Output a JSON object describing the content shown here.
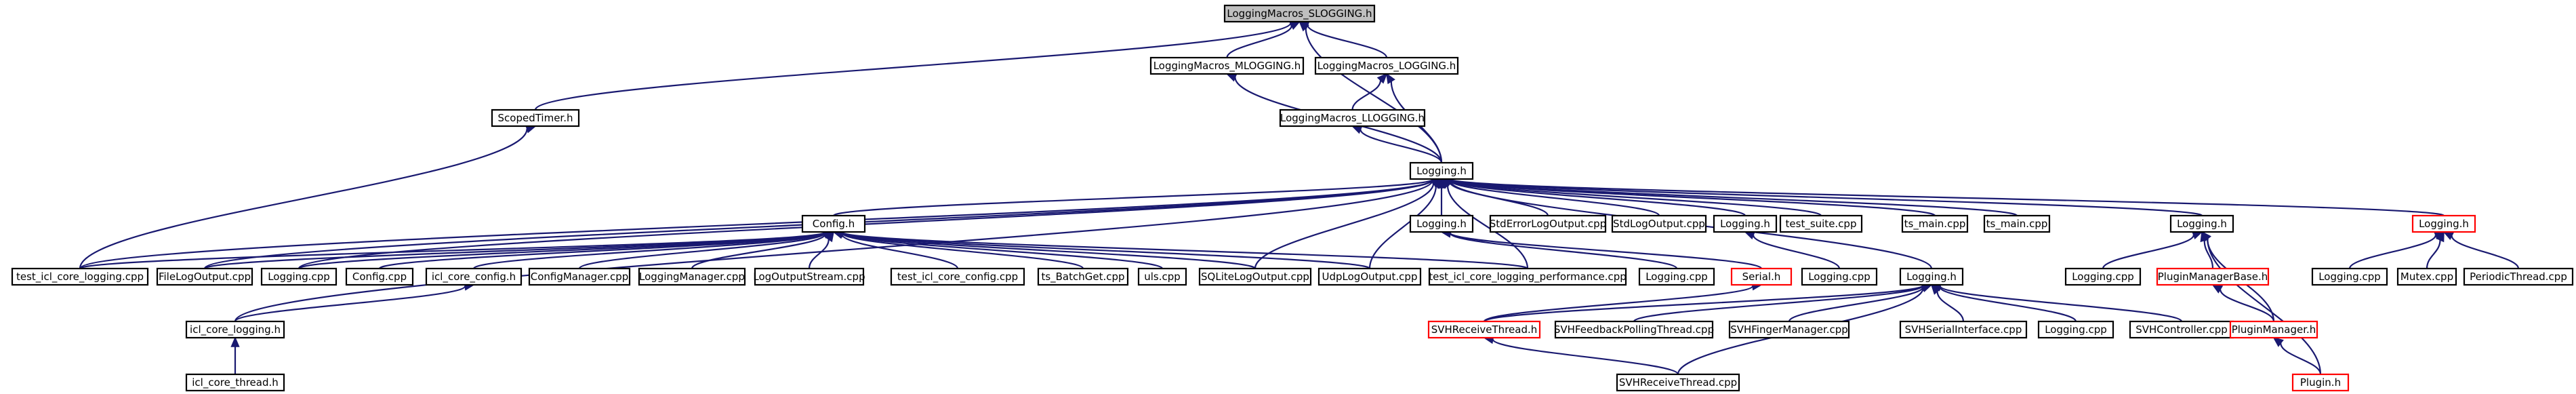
{
  "graph": {
    "colors": {
      "edge": "#191970",
      "node_border": "#000000",
      "node_border_incomplete": "#ff0000",
      "root_fill": "#bfbfbf",
      "node_fill": "#ffffff",
      "text": "#000000"
    },
    "nodes": [
      {
        "id": "n_root",
        "label": "LoggingMacros_SLOGGING.h",
        "root": true
      },
      {
        "id": "n_scopedtimer",
        "label": "ScopedTimer.h"
      },
      {
        "id": "n_mlogging",
        "label": "LoggingMacros_MLOGGING.h"
      },
      {
        "id": "n_logging_macros",
        "label": "LoggingMacros_LOGGING.h"
      },
      {
        "id": "n_llogging",
        "label": "LoggingMacros_LLOGGING.h"
      },
      {
        "id": "n_logging_h_main",
        "label": "Logging.h"
      },
      {
        "id": "n_config_h",
        "label": "Config.h"
      },
      {
        "id": "n_logging_h_b",
        "label": "Logging.h"
      },
      {
        "id": "n_stderrlogoutput",
        "label": "StdErrorLogOutput.cpp"
      },
      {
        "id": "n_stdlogoutput",
        "label": "StdLogOutput.cpp"
      },
      {
        "id": "n_logging_h_c",
        "label": "Logging.h"
      },
      {
        "id": "n_test_suite",
        "label": "test_suite.cpp"
      },
      {
        "id": "n_ts_main1",
        "label": "ts_main.cpp"
      },
      {
        "id": "n_ts_main2",
        "label": "ts_main.cpp"
      },
      {
        "id": "n_logging_h_d",
        "label": "Logging.h"
      },
      {
        "id": "n_logging_h_e",
        "label": "Logging.h",
        "incomplete": true
      },
      {
        "id": "n_test_icl_core_logging",
        "label": "test_icl_core_logging.cpp"
      },
      {
        "id": "n_filelogoutput",
        "label": "FileLogOutput.cpp"
      },
      {
        "id": "n_logging_cpp_a",
        "label": "Logging.cpp"
      },
      {
        "id": "n_config_cpp",
        "label": "Config.cpp"
      },
      {
        "id": "n_icl_core_config_h",
        "label": "icl_core_config.h"
      },
      {
        "id": "n_configmanager",
        "label": "ConfigManager.cpp"
      },
      {
        "id": "n_loggingmanager",
        "label": "LoggingManager.cpp"
      },
      {
        "id": "n_logoutputstream",
        "label": "LogOutputStream.cpp"
      },
      {
        "id": "n_test_icl_core_config",
        "label": "test_icl_core_config.cpp"
      },
      {
        "id": "n_ts_batchget",
        "label": "ts_BatchGet.cpp"
      },
      {
        "id": "n_uls",
        "label": "uls.cpp"
      },
      {
        "id": "n_sqlitelogoutput",
        "label": "SQLiteLogOutput.cpp"
      },
      {
        "id": "n_udplogoutput",
        "label": "UdpLogOutput.cpp"
      },
      {
        "id": "n_test_perf",
        "label": "test_icl_core_logging_performance.cpp"
      },
      {
        "id": "n_logging_cpp_b",
        "label": "Logging.cpp"
      },
      {
        "id": "n_serial_h",
        "label": "Serial.h",
        "incomplete": true
      },
      {
        "id": "n_logging_cpp_c",
        "label": "Logging.cpp"
      },
      {
        "id": "n_logging_h_f",
        "label": "Logging.h"
      },
      {
        "id": "n_logging_cpp_d",
        "label": "Logging.cpp"
      },
      {
        "id": "n_pluginmanagerbase",
        "label": "PluginManagerBase.h",
        "incomplete": true
      },
      {
        "id": "n_logging_cpp_e",
        "label": "Logging.cpp"
      },
      {
        "id": "n_mutex",
        "label": "Mutex.cpp"
      },
      {
        "id": "n_periodicthread",
        "label": "PeriodicThread.cpp"
      },
      {
        "id": "n_icl_core_logging_h",
        "label": "icl_core_logging.h"
      },
      {
        "id": "n_svhreceivethread_h",
        "label": "SVHReceiveThread.h",
        "incomplete": true
      },
      {
        "id": "n_svhfeedbackpolling",
        "label": "SVHFeedbackPollingThread.cpp"
      },
      {
        "id": "n_svhfingermanager",
        "label": "SVHFingerManager.cpp"
      },
      {
        "id": "n_svhserialinterface",
        "label": "SVHSerialInterface.cpp"
      },
      {
        "id": "n_logging_cpp_f",
        "label": "Logging.cpp"
      },
      {
        "id": "n_svhcontroller",
        "label": "SVHController.cpp"
      },
      {
        "id": "n_pluginmanager",
        "label": "PluginManager.h",
        "incomplete": true
      },
      {
        "id": "n_icl_core_thread_h",
        "label": "icl_core_thread.h"
      },
      {
        "id": "n_svhreceivethread_cpp",
        "label": "SVHReceiveThread.cpp"
      },
      {
        "id": "n_plugin_h",
        "label": "Plugin.h",
        "incomplete": true
      }
    ]
  }
}
